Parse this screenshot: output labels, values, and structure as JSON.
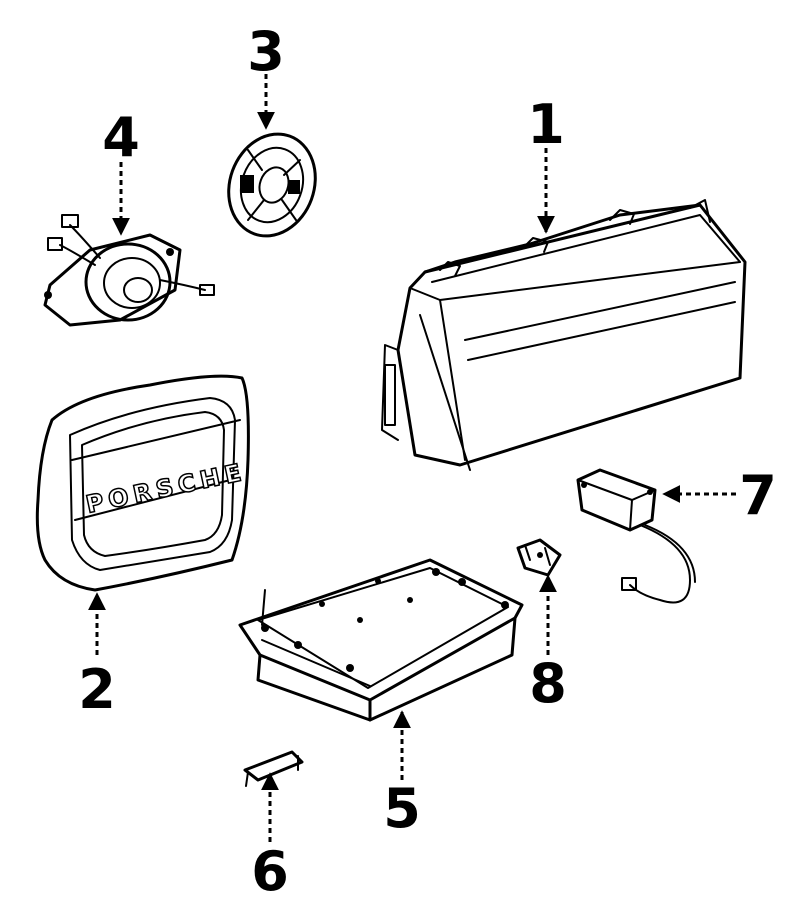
{
  "diagram": {
    "callouts": [
      {
        "id": "1",
        "label": "1"
      },
      {
        "id": "2",
        "label": "2"
      },
      {
        "id": "3",
        "label": "3"
      },
      {
        "id": "4",
        "label": "4"
      },
      {
        "id": "5",
        "label": "5"
      },
      {
        "id": "6",
        "label": "6"
      },
      {
        "id": "7",
        "label": "7"
      },
      {
        "id": "8",
        "label": "8"
      }
    ],
    "cover_brand_text": "PORSCHE"
  }
}
